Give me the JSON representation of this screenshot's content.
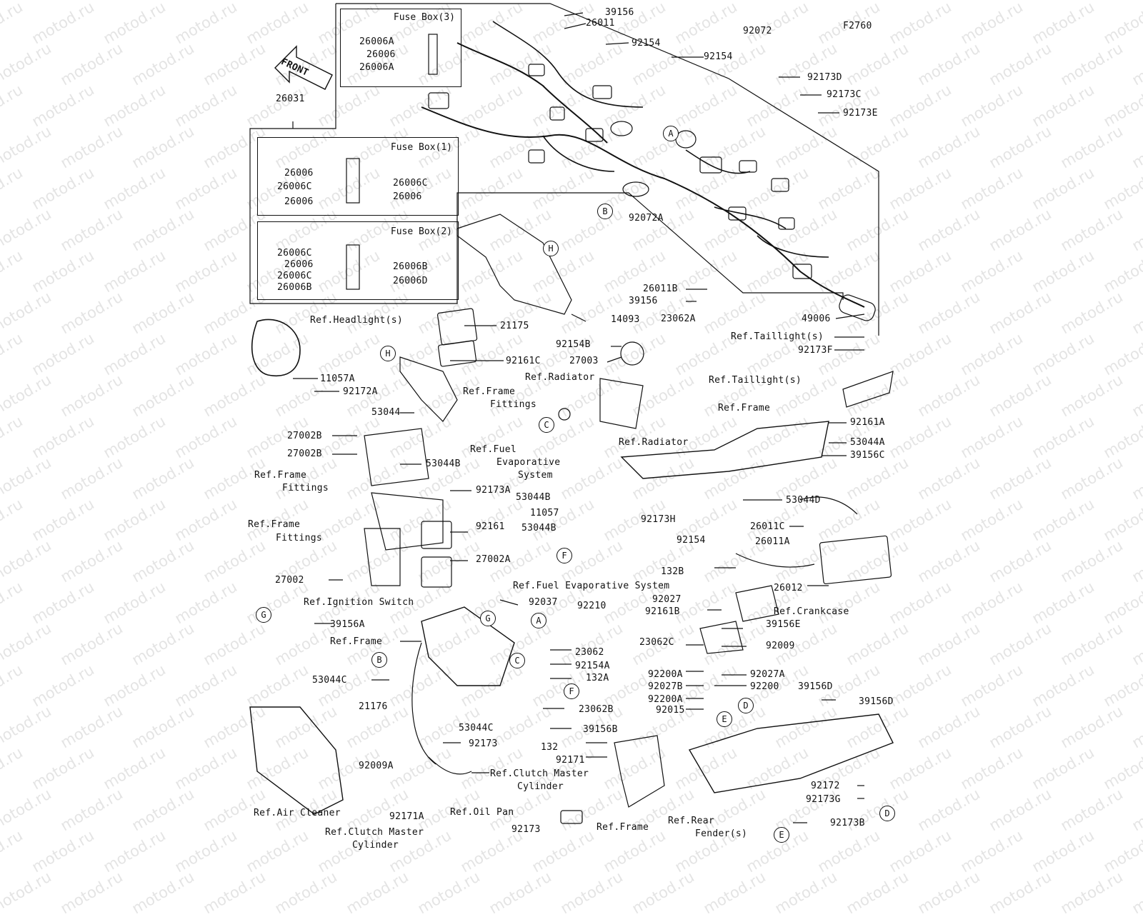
{
  "diagram_code": "F2760",
  "front_arrow": "FRONT",
  "watermark": "motod.ru",
  "fuse_box_3": {
    "title": "Fuse Box(3)",
    "entries": [
      "26006A",
      "26006",
      "26006A"
    ]
  },
  "fuse_box_1": {
    "title": "Fuse Box(1)",
    "left": [
      "26006",
      "26006C",
      "26006"
    ],
    "right": [
      "26006C",
      "26006"
    ]
  },
  "fuse_box_2": {
    "title": "Fuse Box(2)",
    "left": [
      "26006C",
      "26006",
      "26006C",
      "26006B"
    ],
    "right": [
      "26006B",
      "26006D"
    ]
  },
  "callouts": [
    "A",
    "B",
    "C",
    "D",
    "E",
    "F",
    "G",
    "H"
  ],
  "labels": {
    "p26031": "26031",
    "p39156_top": "39156",
    "p26011": "26011",
    "p92154_a": "92154",
    "p92154_b": "92154",
    "p92072": "92072",
    "p92173D": "92173D",
    "p92173C": "92173C",
    "p92173E": "92173E",
    "p92072A": "92072A",
    "p26011B": "26011B",
    "p39156_mid": "39156",
    "p14093": "14093",
    "p49006": "49006",
    "ref_headlight": "Ref.Headlight(s)",
    "p21175": "21175",
    "p23062A": "23062A",
    "p92154B": "92154B",
    "p27003": "27003",
    "p92161C": "92161C",
    "ref_radiator_1": "Ref.Radiator",
    "ref_taillight_1": "Ref.Taillight(s)",
    "p92173F": "92173F",
    "ref_taillight_2": "Ref.Taillight(s)",
    "p11057A": "11057A",
    "p92172A": "92172A",
    "ref_frame_fittings_1a": "Ref.Frame",
    "ref_frame_fittings_1b": "Fittings",
    "p53044": "53044",
    "ref_frame_1": "Ref.Frame",
    "p92161A": "92161A",
    "ref_radiator_2": "Ref.Radiator",
    "p27002B_a": "27002B",
    "p27002B_b": "27002B",
    "p53044A": "53044A",
    "p39156C": "39156C",
    "p53044B_a": "53044B",
    "ref_fuel_evap_1a": "Ref.Fuel",
    "ref_fuel_evap_1b": "Evaporative",
    "ref_fuel_evap_1c": "System",
    "ref_frame_fittings_2a": "Ref.Frame",
    "ref_frame_fittings_2b": "Fittings",
    "p92173A": "92173A",
    "p53044B_b": "53044B",
    "p53044D": "53044D",
    "p11057": "11057",
    "ref_frame_fittings_3a": "Ref.Frame",
    "ref_frame_fittings_3b": "Fittings",
    "p92161": "92161",
    "p53044B_c": "53044B",
    "p92173H": "92173H",
    "p26011C": "26011C",
    "p92154_c": "92154",
    "p26011A": "26011A",
    "p27002A": "27002A",
    "p132B": "132B",
    "p27002": "27002",
    "ref_fuel_evap_2": "Ref.Fuel Evaporative System",
    "p26012": "26012",
    "ref_ignition": "Ref.Ignition Switch",
    "p92037": "92037",
    "p92210": "92210",
    "p92027": "92027",
    "p92161B": "92161B",
    "ref_crankcase": "Ref.Crankcase",
    "p39156A": "39156A",
    "p39156E": "39156E",
    "ref_frame_2": "Ref.Frame",
    "p23062": "23062",
    "p23062C": "23062C",
    "p92009": "92009",
    "p92154A": "92154A",
    "p92200A_a": "92200A",
    "p92027A": "92027A",
    "p53044C_a": "53044C",
    "p132A": "132A",
    "p92027B": "92027B",
    "p92200": "92200",
    "p39156D_a": "39156D",
    "p39156D_b": "39156D",
    "p92200A_b": "92200A",
    "p23062B": "23062B",
    "p92015": "92015",
    "p21176": "21176",
    "p53044C_b": "53044C",
    "p39156B": "39156B",
    "p92173_a": "92173",
    "p132": "132",
    "p92009A": "92009A",
    "p92171": "92171",
    "ref_clutch_1a": "Ref.Clutch Master",
    "ref_clutch_1b": "Cylinder",
    "p92172": "92172",
    "p92173G": "92173G",
    "ref_air_cleaner": "Ref.Air Cleaner",
    "p92171A": "92171A",
    "ref_oil_pan": "Ref.Oil Pan",
    "ref_rear_fender_a": "Ref.Rear",
    "ref_rear_fender_b": "Fender(s)",
    "ref_frame_3": "Ref.Frame",
    "ref_clutch_2a": "Ref.Clutch Master",
    "ref_clutch_2b": "Cylinder",
    "p92173_b": "92173",
    "p92173B": "92173B"
  }
}
